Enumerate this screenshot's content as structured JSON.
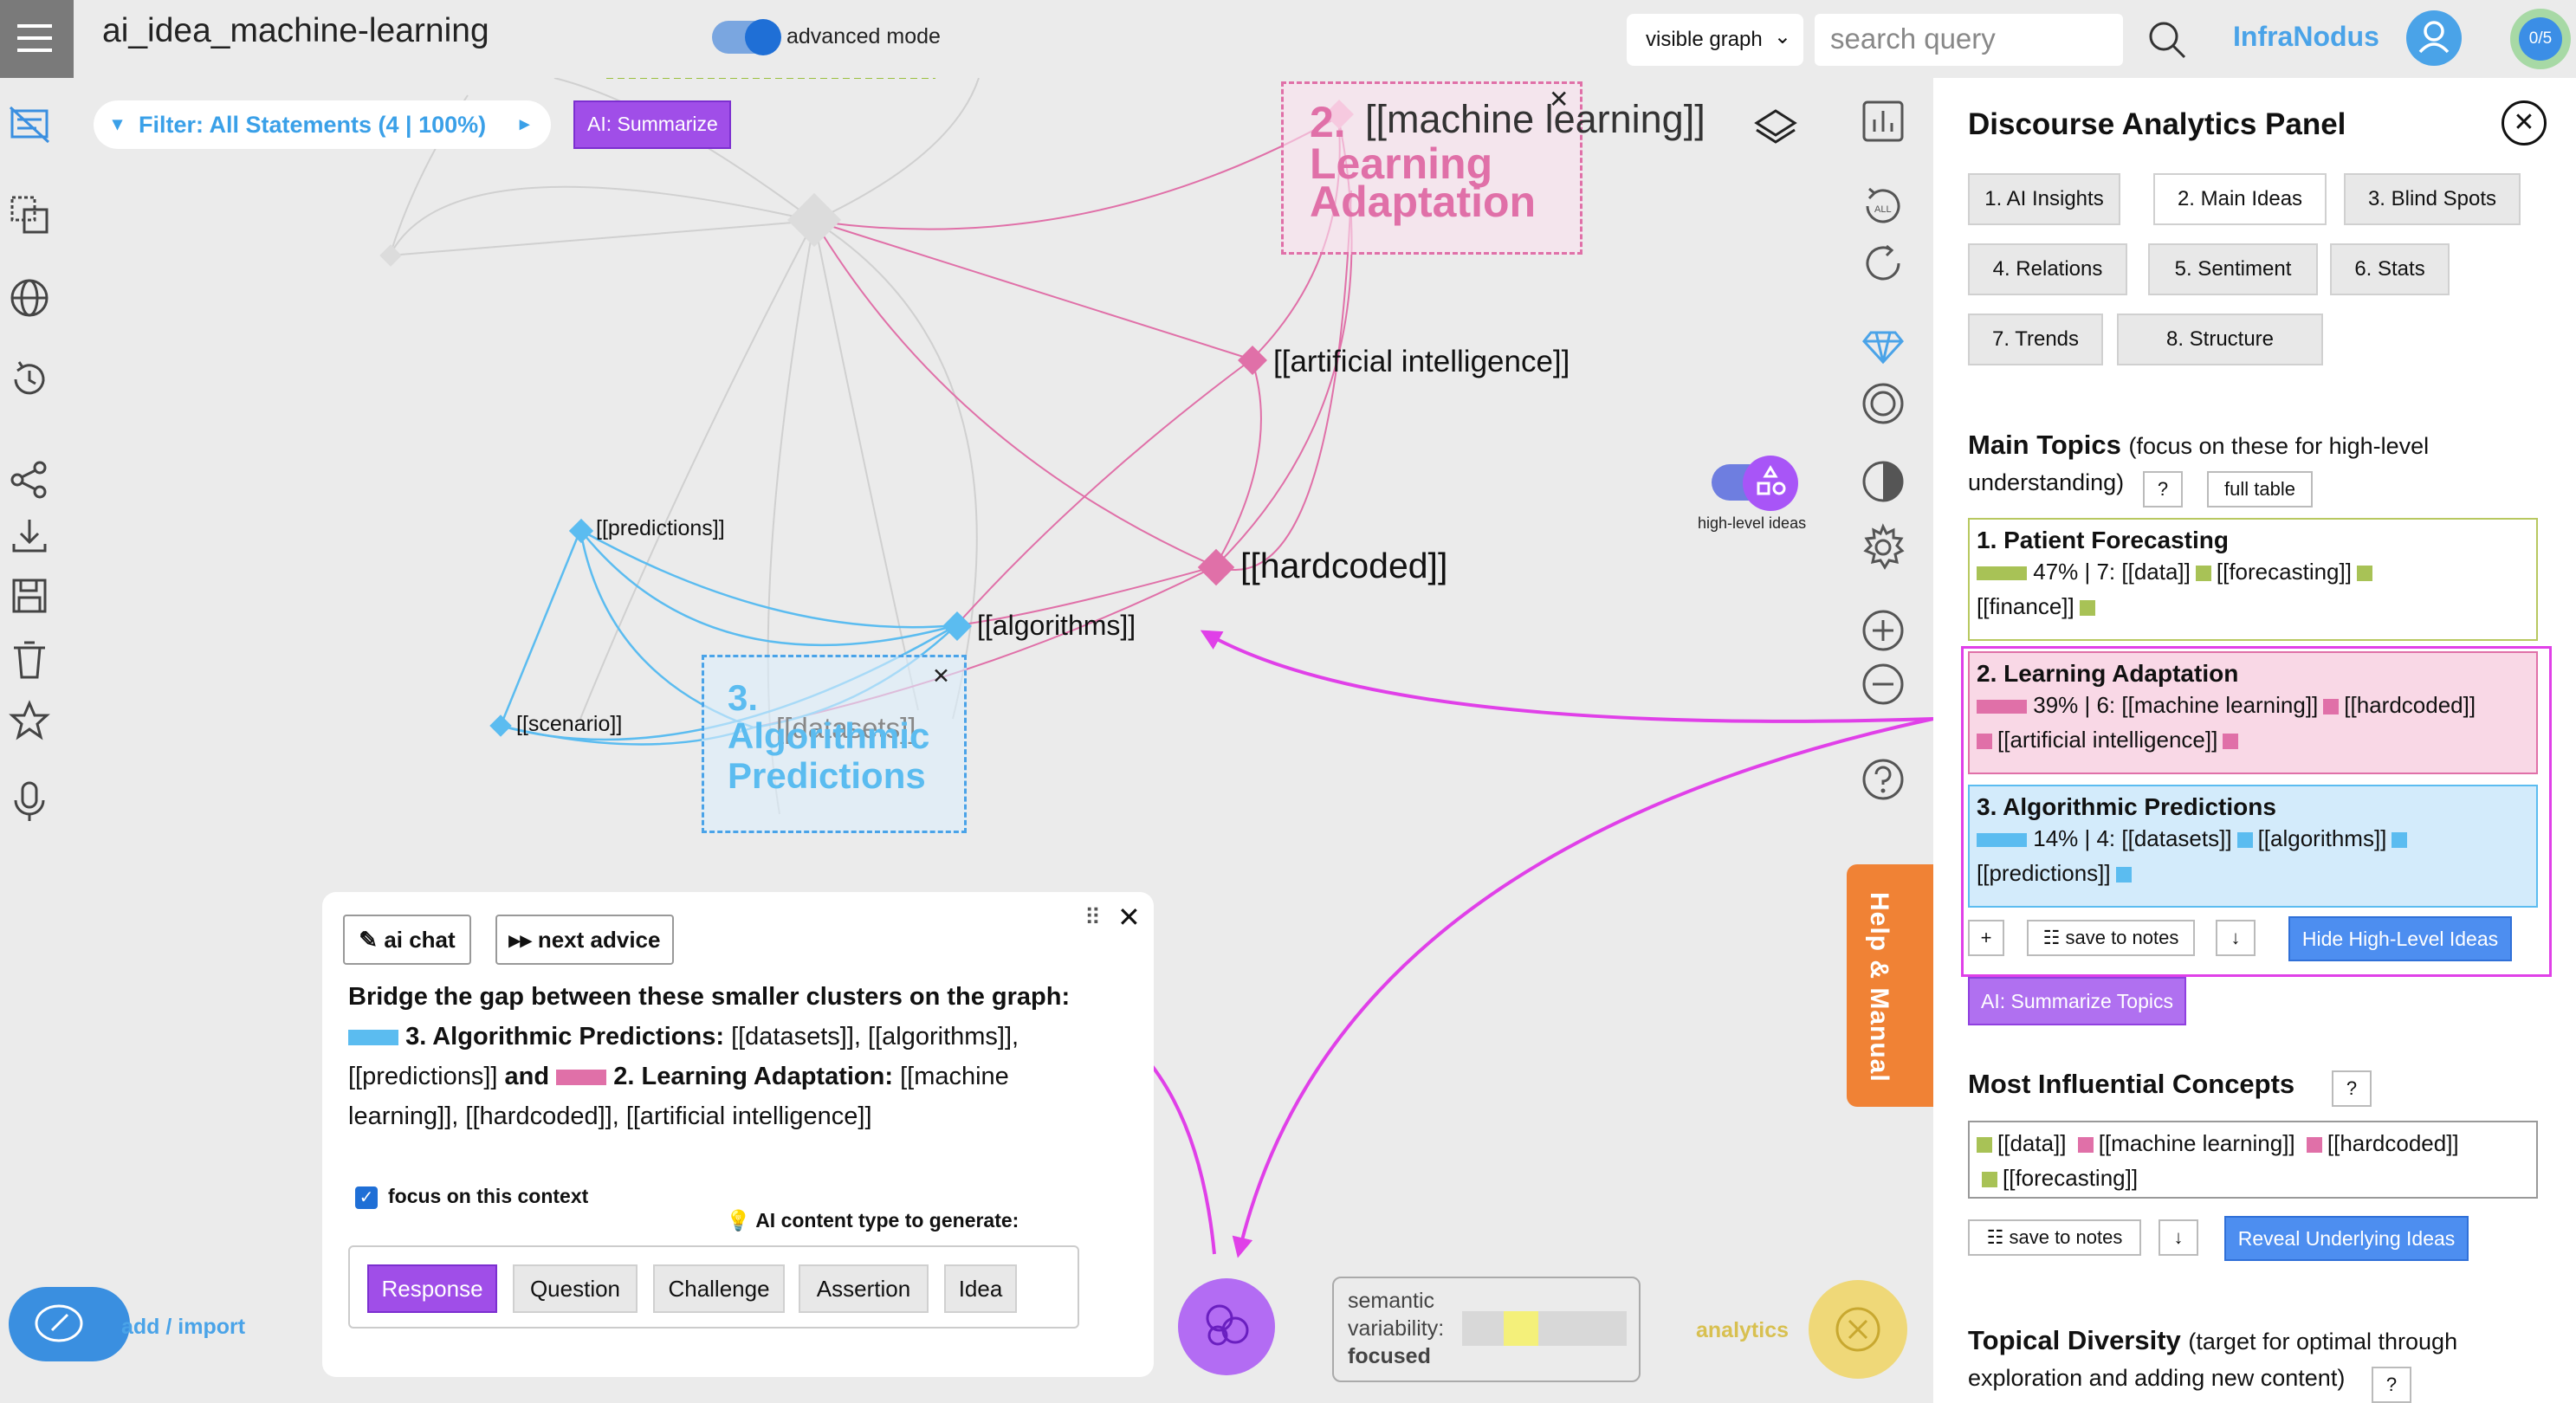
{
  "app": {
    "title": "ai_idea_machine-learning",
    "advanced_mode_label": "advanced mode",
    "view_select": "visible graph",
    "search_placeholder": "search query",
    "brand": "InfraNodus",
    "counter": "0/5"
  },
  "filter": {
    "label": "Filter: All Statements (4 | 100%)",
    "ai_summarize": "AI: Summarize"
  },
  "graph": {
    "nodes": {
      "machine_learning": "[[machine learning]]",
      "artificial_intelligence": "[[artificial intelligence]]",
      "hardcoded": "[[hardcoded]]",
      "predictions": "[[predictions]]",
      "algorithms": "[[algorithms]]",
      "scenario": "[[scenario]]",
      "datasets": "[[datasets]]"
    },
    "clusters": {
      "c2_number": "2.",
      "c2_line1": "Learning",
      "c2_line2": "Adaptation",
      "c3_number": "3.",
      "c3_line1": "Algorithmic",
      "c3_line2": "Predictions"
    },
    "high_level_ideas_label": "high-level ideas"
  },
  "help_tab": "Help & Manual",
  "panel": {
    "title": "Discourse Analytics Panel",
    "tabs": [
      "1. AI Insights",
      "2. Main Ideas",
      "3. Blind Spots",
      "4. Relations",
      "5. Sentiment",
      "6. Stats",
      "7. Trends",
      "8. Structure"
    ],
    "main_topics": {
      "heading": "Main Topics",
      "sub_line1": "(focus on these for high-level",
      "sub_line2": "understanding)",
      "help": "?",
      "full_table": "full table",
      "topics": [
        {
          "title": "1. Patient Forecasting",
          "line1": "47% | 7: [[data]]",
          "t2": "[[forecasting]]",
          "line2": "[[finance]]",
          "color": "#a8c256",
          "percent": 47
        },
        {
          "title": "2. Learning Adaptation",
          "line1": "39% | 6: [[machine learning]]",
          "t2": "[[hardcoded]]",
          "line2": "[[artificial intelligence]]",
          "color": "#e070a8",
          "percent": 39
        },
        {
          "title": "3. Algorithmic Predictions",
          "line1": "14% | 4: [[datasets]]",
          "t2": "[[algorithms]]",
          "line2": "[[predictions]]",
          "color": "#5bbcf0",
          "percent": 14
        }
      ],
      "plus": "+",
      "save_to_notes": "save to notes",
      "download": "↓",
      "hide_button": "Hide High-Level Ideas",
      "ai_summarize_topics": "AI: Summarize Topics"
    },
    "influential": {
      "heading": "Most Influential Concepts",
      "help": "?",
      "concepts": [
        "[[data]]",
        "[[machine learning]]",
        "[[hardcoded]]",
        "[[forecasting]]"
      ],
      "save_to_notes": "save to notes",
      "download": "↓",
      "reveal_button": "Reveal Underlying Ideas"
    },
    "diversity": {
      "heading": "Topical Diversity",
      "sub_line1": "(target for optimal through",
      "sub_line2": "exploration and adding new content)",
      "help": "?"
    }
  },
  "chat": {
    "ai_chat": "ai chat",
    "next_advice": "next advice",
    "advice_p1": "Bridge the gap between these smaller clusters on the graph:",
    "advice_c3": "3. Algorithmic Predictions:",
    "advice_c3_nodes": "[[datasets]], [[algorithms]], [[predictions]]",
    "advice_and": "and",
    "advice_c2": "2. Learning Adaptation:",
    "advice_c2_nodes": "[[machine learning]], [[hardcoded]], [[artificial intelligence]]",
    "focus_label": "focus on this context",
    "content_type_label": "AI content type to generate:",
    "types": [
      "Response",
      "Question",
      "Challenge",
      "Assertion",
      "Idea"
    ]
  },
  "bottom": {
    "add_import": "add / import",
    "semantic_label_1": "semantic",
    "semantic_label_2": "variability:",
    "semantic_mode": "focused",
    "analytics": "analytics"
  },
  "colors": {
    "accent_blue": "#4aa3e8",
    "pink": "#e070a8",
    "purple": "#a04ee8",
    "orange": "#f08235",
    "green": "#a8c256"
  }
}
